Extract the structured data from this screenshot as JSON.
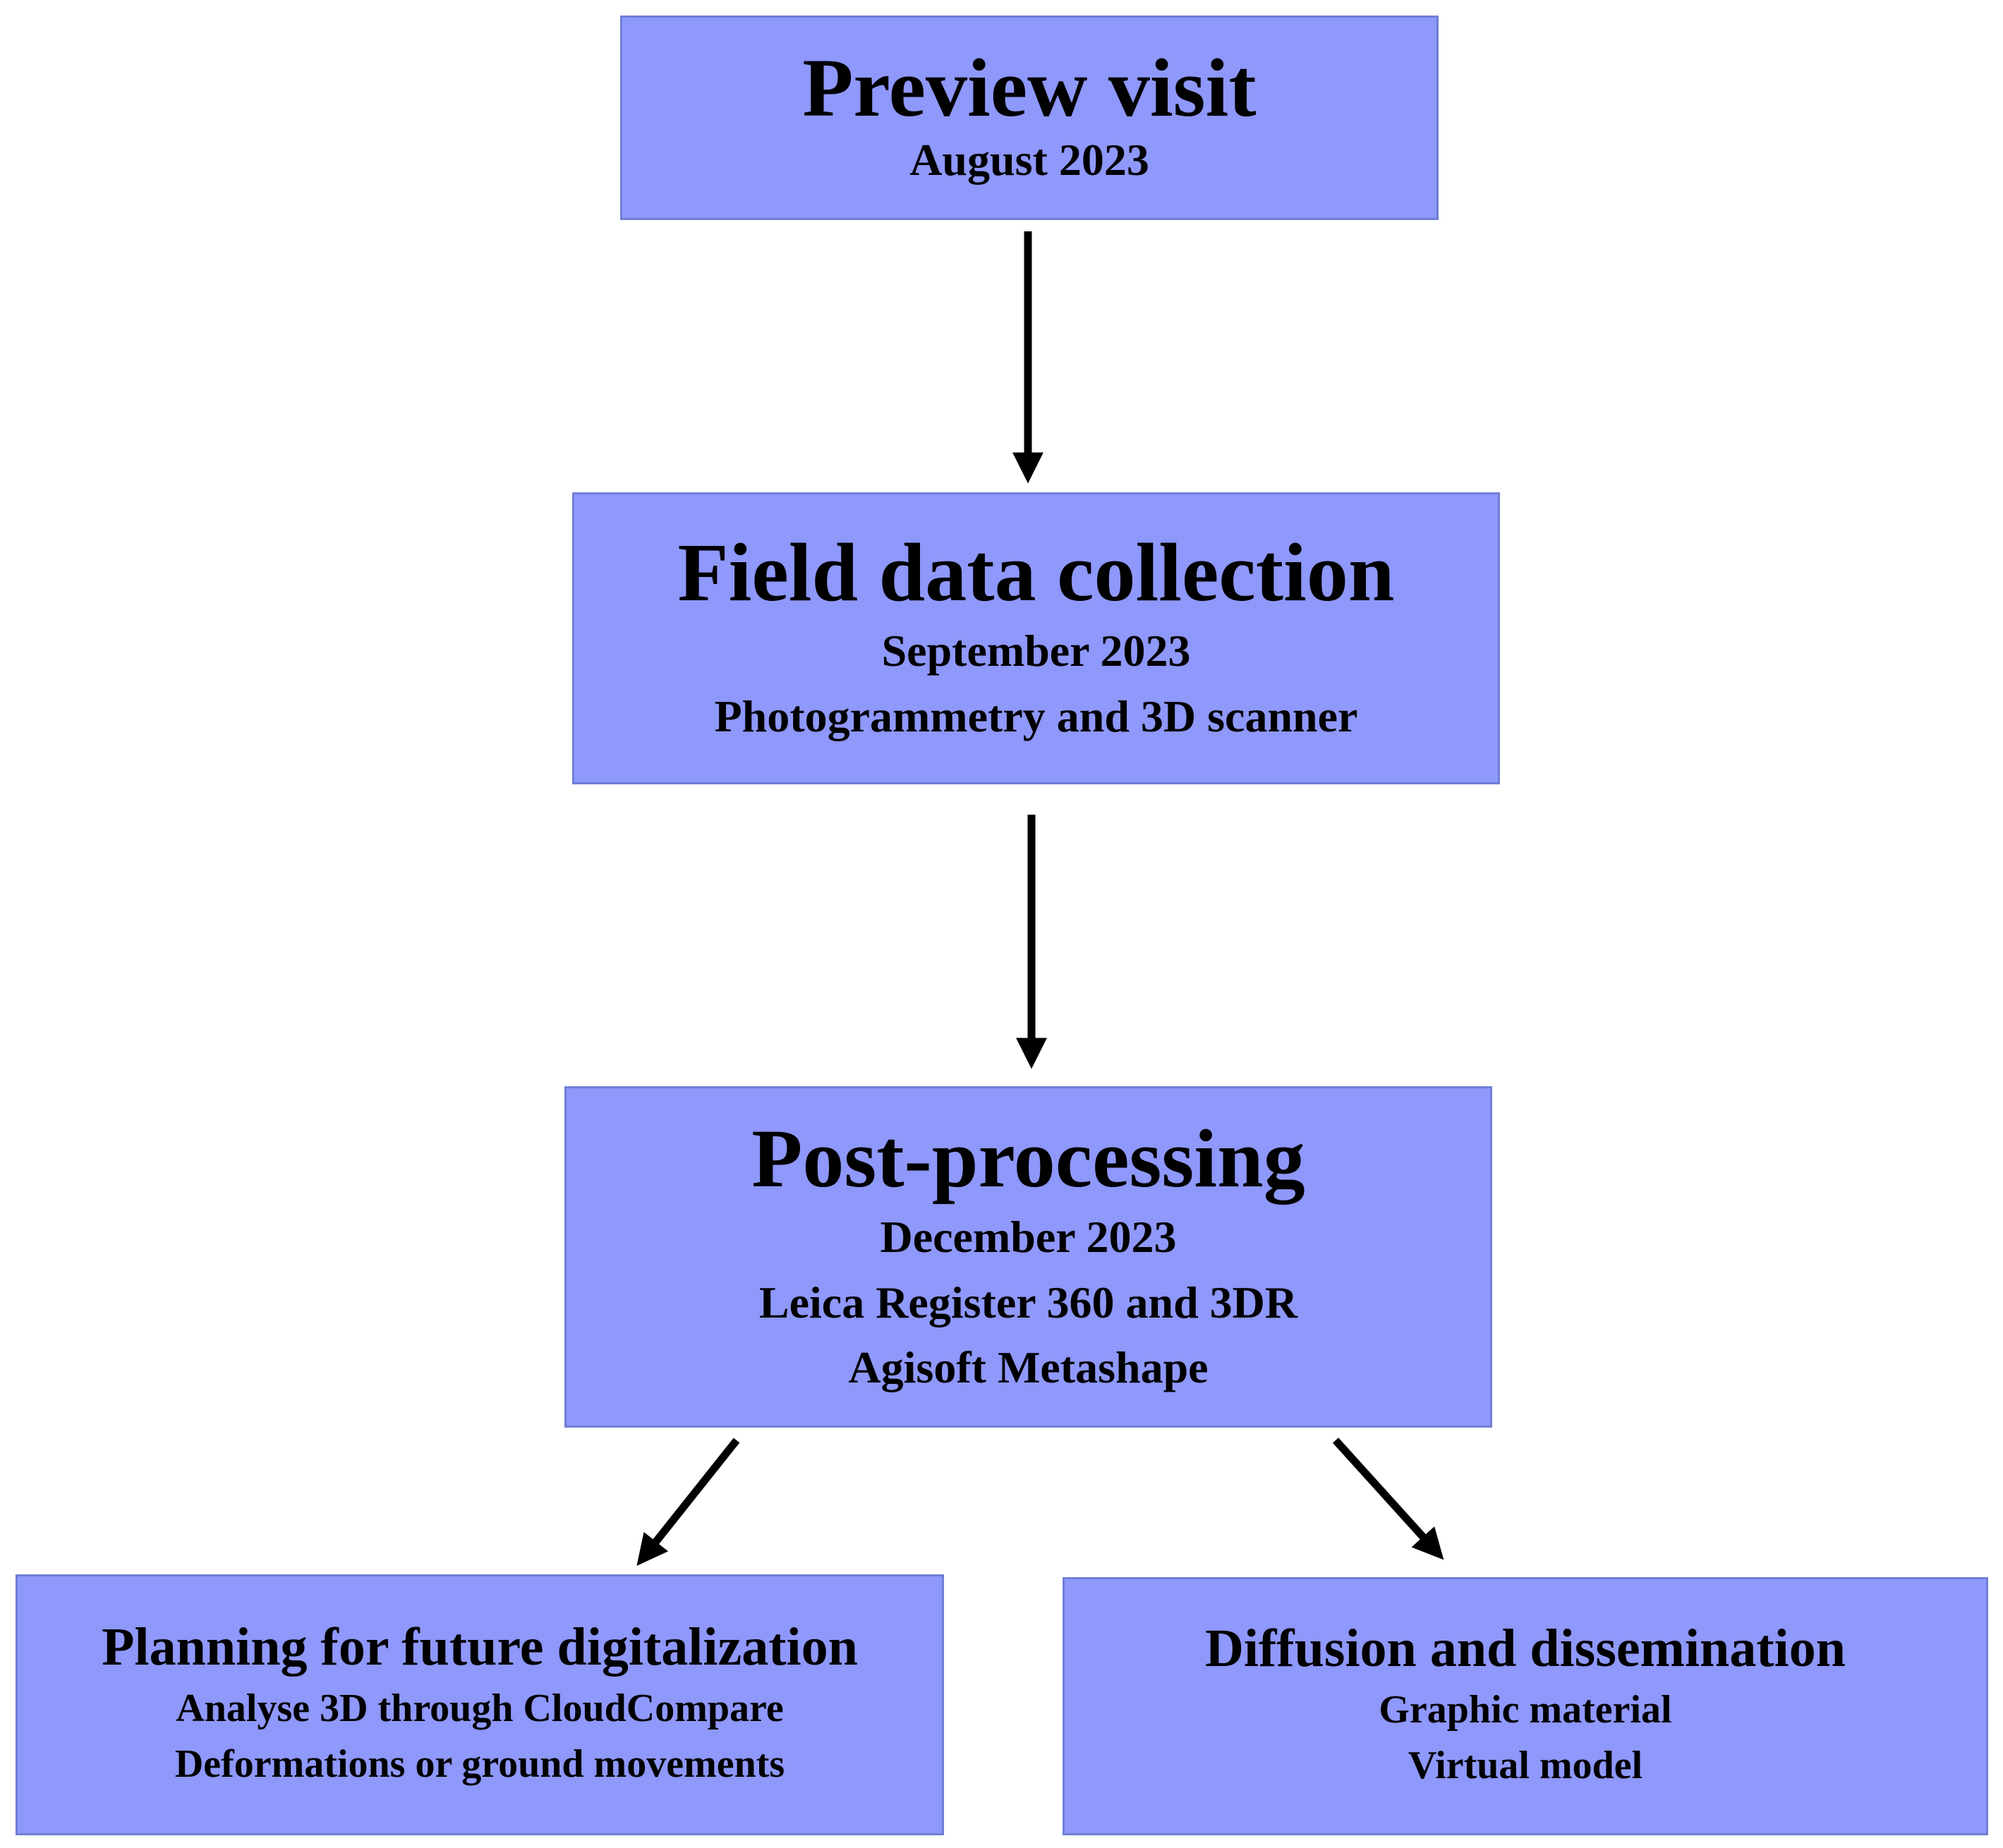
{
  "colors": {
    "box_fill": "#8f98fb",
    "box_border": "#6f7fd6",
    "text": "#000000",
    "arrow": "#000000"
  },
  "steps": {
    "preview": {
      "title": "Preview visit",
      "lines": [
        "August 2023"
      ]
    },
    "field": {
      "title": "Field data collection",
      "lines": [
        "September 2023",
        "Photogrammetry and 3D scanner"
      ]
    },
    "post": {
      "title": "Post-processing",
      "lines": [
        "December 2023",
        "Leica Register 360 and 3DR",
        "Agisoft Metashape"
      ]
    },
    "planning": {
      "title": "Planning for future digitalization",
      "lines": [
        "Analyse 3D through CloudCompare",
        "Deformations or ground movements"
      ]
    },
    "diffusion": {
      "title": "Diffusion and dissemination",
      "lines": [
        "Graphic material",
        "Virtual model"
      ]
    }
  },
  "connections": [
    {
      "from": "preview",
      "to": "field"
    },
    {
      "from": "field",
      "to": "post"
    },
    {
      "from": "post",
      "to": "planning"
    },
    {
      "from": "post",
      "to": "diffusion"
    }
  ]
}
